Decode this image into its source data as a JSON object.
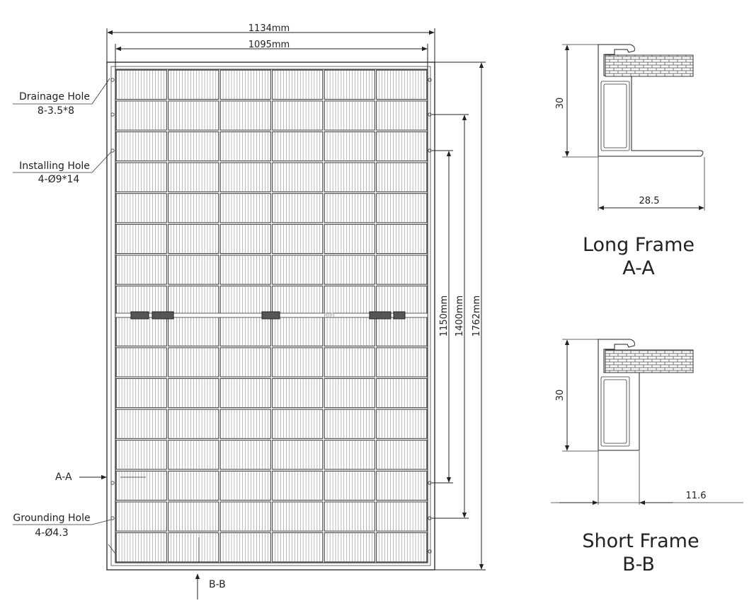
{
  "panel": {
    "width_outer": "1134mm",
    "width_inner": "1095mm",
    "height_total": "1762mm",
    "height_mid": "1400mm",
    "height_inner": "1150mm",
    "cell_rows": 16,
    "cell_cols": 6,
    "center_mark": "BiFi"
  },
  "callouts": {
    "drainage_title": "Drainage Hole",
    "drainage_spec": "8-3.5*8",
    "installing_title": "Installing Hole",
    "installing_spec": "4-Ø9*14",
    "grounding_title": "Grounding Hole",
    "grounding_spec": "4-Ø4.3",
    "section_aa": "A-A",
    "section_bb": "B-B"
  },
  "long_frame": {
    "height": "30",
    "width": "28.5",
    "title_line1": "Long Frame",
    "title_line2": "A-A"
  },
  "short_frame": {
    "height": "30",
    "width": "11.6",
    "title_line1": "Short Frame",
    "title_line2": "B-B"
  }
}
